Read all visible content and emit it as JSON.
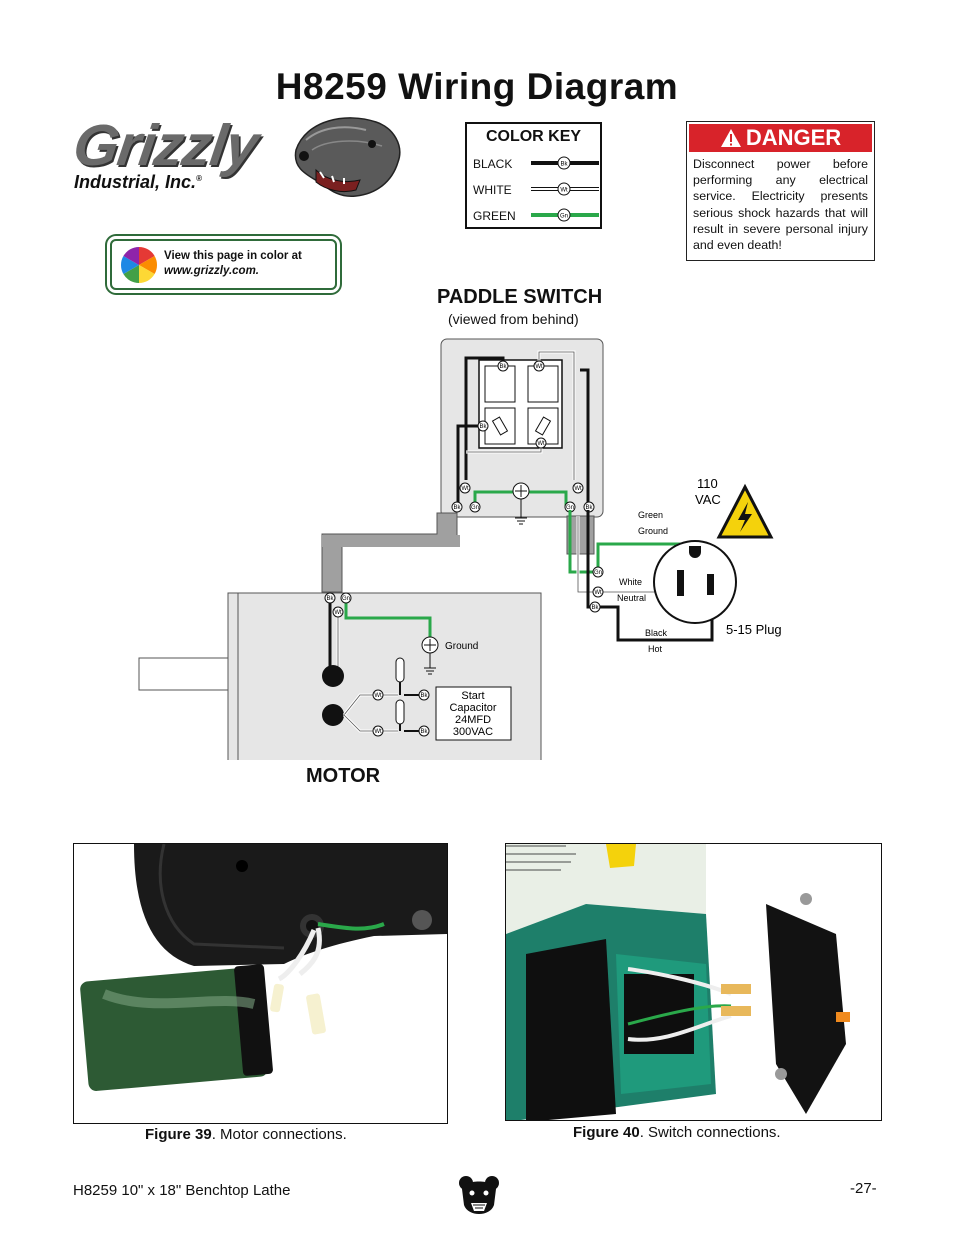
{
  "title": "H8259 Wiring Diagram",
  "logo": {
    "brand": "Grizzly",
    "sub": "Industrial, Inc.",
    "reg": "®"
  },
  "color_key": {
    "title": "COLOR KEY",
    "rows": [
      {
        "label": "BLACK",
        "code": "Bk",
        "color": "#111111"
      },
      {
        "label": "WHITE",
        "code": "Wt",
        "color": "#ffffff"
      },
      {
        "label": "GREEN",
        "code": "Gn",
        "color": "#2aa84a"
      }
    ]
  },
  "danger": {
    "heading": "DANGER",
    "text": "Disconnect power before performing any electrical service. Electricity presents serious shock hazards that will result in severe personal injury and even death!"
  },
  "view_color": {
    "line1": "View this page in color at",
    "line2": "www.grizzly.com."
  },
  "paddle_switch": {
    "title": "PADDLE SWITCH",
    "subtitle": "(viewed from behind)"
  },
  "motor": {
    "title": "MOTOR"
  },
  "labels": {
    "ground": "Ground",
    "capacitor": [
      "Start",
      "Capacitor",
      "24MFD",
      "300VAC"
    ],
    "vac": [
      "110",
      "VAC"
    ],
    "plug": "5-15 Plug",
    "green": "Green",
    "green_ground": "Ground",
    "white": "White",
    "neutral": "Neutral",
    "black": "Black",
    "hot": "Hot"
  },
  "codes": {
    "bk": "Bk",
    "wt": "Wt",
    "gn": "Gn"
  },
  "figures": [
    {
      "label": "Figure 39",
      "text": ". Motor connections."
    },
    {
      "label": "Figure 40",
      "text": ". Switch connections."
    }
  ],
  "footer": {
    "left": "H8259 10\" x 18\" Benchtop Lathe",
    "right": "-27-"
  },
  "colors": {
    "danger_red": "#d8232a",
    "wire_green": "#2aa84a",
    "machine_green": "#1f9a7c"
  }
}
